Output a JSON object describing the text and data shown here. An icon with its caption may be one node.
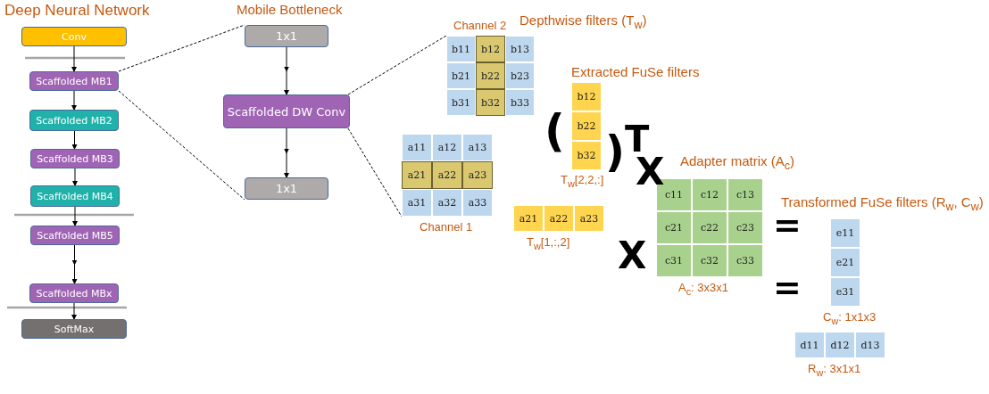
{
  "diagram": {
    "nodes": [
      {
        "text": [
          "Conv"
        ]
      },
      {
        "text": [
          "Scaffolded MB1"
        ]
      },
      {
        "text": [
          "Scaffolded MB2"
        ]
      },
      {
        "text": [
          "Scaffolded MB3"
        ]
      },
      {
        "text": [
          "Scaffolded MB4"
        ]
      },
      {
        "text": [
          "Scaffolded MB5"
        ]
      },
      {
        "text": [
          "Scaffolded MBx"
        ]
      },
      {
        "text": [
          "SoftMax"
        ]
      },
      {
        "text": [
          "1x1"
        ]
      },
      {
        "text": [
          "Scaffolded DW Conv"
        ]
      },
      {
        "text": [
          "1x1"
        ]
      },
      {
        "text": [
          "b11",
          "b12",
          "b13",
          "b21",
          "b22",
          "b23",
          "b31",
          "b32",
          "b33"
        ],
        "beside": [
          "Channel 2"
        ]
      },
      {
        "text": [
          "a11",
          "a12",
          "a13",
          "a21",
          "a22",
          "a23",
          "a31",
          "a32",
          "a33"
        ],
        "beside": [
          "Channel 1"
        ]
      },
      {
        "text": [
          "b12",
          "b22",
          "b32"
        ],
        "beside": [
          "T$_{w}$[2,2,:]"
        ]
      },
      {
        "text": [
          "a21",
          "a22",
          "a23"
        ],
        "beside": [
          "T$_{w}$[1,:,2]"
        ]
      },
      {
        "text": [
          "c11",
          "c12",
          "c13",
          "c21",
          "c22",
          "c23",
          "c31",
          "c32",
          "c33"
        ],
        "beside": [
          "A$_{c}$: 3x3x1"
        ]
      },
      {
        "text": [
          "e11",
          "e21",
          "e31"
        ],
        "beside": [
          "C$_{w}$: 1x1x3"
        ]
      },
      {
        "text": [
          "d11",
          "d12",
          "d13"
        ],
        "beside": [
          "R$_{w}$: 3x1x1"
        ]
      }
    ],
    "edges": [
      {
        "from": 0,
        "to": 1,
        "arrow": "to"
      },
      {
        "from": 1,
        "to": 2,
        "arrow": "to"
      },
      {
        "from": 2,
        "to": 3,
        "arrow": "to"
      },
      {
        "from": 3,
        "to": 4,
        "arrow": "to"
      },
      {
        "from": 4,
        "to": 5,
        "arrow": "to"
      },
      {
        "from": 5,
        "to": 6,
        "arrow": "to"
      },
      {
        "from": 6,
        "to": 7,
        "arrow": "to"
      },
      {
        "from": 8,
        "to": 9,
        "arrow": "to"
      },
      {
        "from": 9,
        "to": 10,
        "arrow": "to"
      },
      {
        "from": 1,
        "to": 8,
        "arrow": "none",
        "style": "dashed"
      },
      {
        "from": 1,
        "to": 10,
        "arrow": "none",
        "style": "dashed"
      },
      {
        "from": 9,
        "to": 11,
        "arrow": "none",
        "style": "dashed"
      },
      {
        "from": 9,
        "to": 12,
        "arrow": "none",
        "style": "dashed"
      }
    ],
    "labels": [
      "Deep Neural Network",
      "Mobile Bottleneck",
      "Depthwise filters (T$_{w}$)",
      "Extracted FuSe filters",
      "(",
      ")$^{T}$",
      "X",
      "Adapter matrix (A$_{c}$)",
      "Transformed FuSe filters (R$_{w}$, C$_{w}$)",
      "X",
      "=",
      "="
    ]
  }
}
